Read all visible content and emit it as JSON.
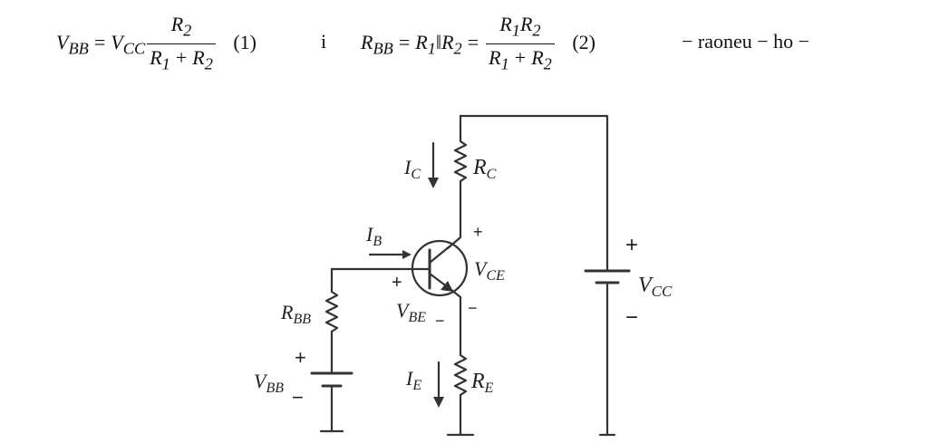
{
  "equations": {
    "eq1": {
      "lhs_base": "V",
      "lhs_sub": "BB",
      "rhs_base": "V",
      "rhs_sub": "CC",
      "num_base": "R",
      "num_sub": "2",
      "den_a_base": "R",
      "den_a_sub": "1",
      "den_plus": "+",
      "den_b_base": "R",
      "den_b_sub": "2",
      "number": "(1)"
    },
    "connector": "i",
    "eq2": {
      "lhs_base": "R",
      "lhs_sub": "BB",
      "mid_a_base": "R",
      "mid_a_sub": "1",
      "parallel": "‖",
      "mid_b_base": "R",
      "mid_b_sub": "2",
      "num_a_base": "R",
      "num_a_sub": "1",
      "num_b_base": "R",
      "num_b_sub": "2",
      "den_a_base": "R",
      "den_a_sub": "1",
      "den_plus": "+",
      "den_b_base": "R",
      "den_b_sub": "2",
      "number": "(2)"
    },
    "trailing_text": "− raoneu − ho −"
  },
  "circuit": {
    "labels": {
      "ic_base": "I",
      "ic_sub": "C",
      "rc_base": "R",
      "rc_sub": "C",
      "ib_base": "I",
      "ib_sub": "B",
      "vce_base": "V",
      "vce_sub": "CE",
      "vbe_base": "V",
      "vbe_sub": "BE",
      "rbb_base": "R",
      "rbb_sub": "BB",
      "vbb_base": "V",
      "vbb_sub": "BB",
      "ie_base": "I",
      "ie_sub": "E",
      "re_base": "R",
      "re_sub": "E",
      "vcc_base": "V",
      "vcc_sub": "CC"
    },
    "signs": {
      "plus": "+",
      "minus": "−"
    }
  }
}
